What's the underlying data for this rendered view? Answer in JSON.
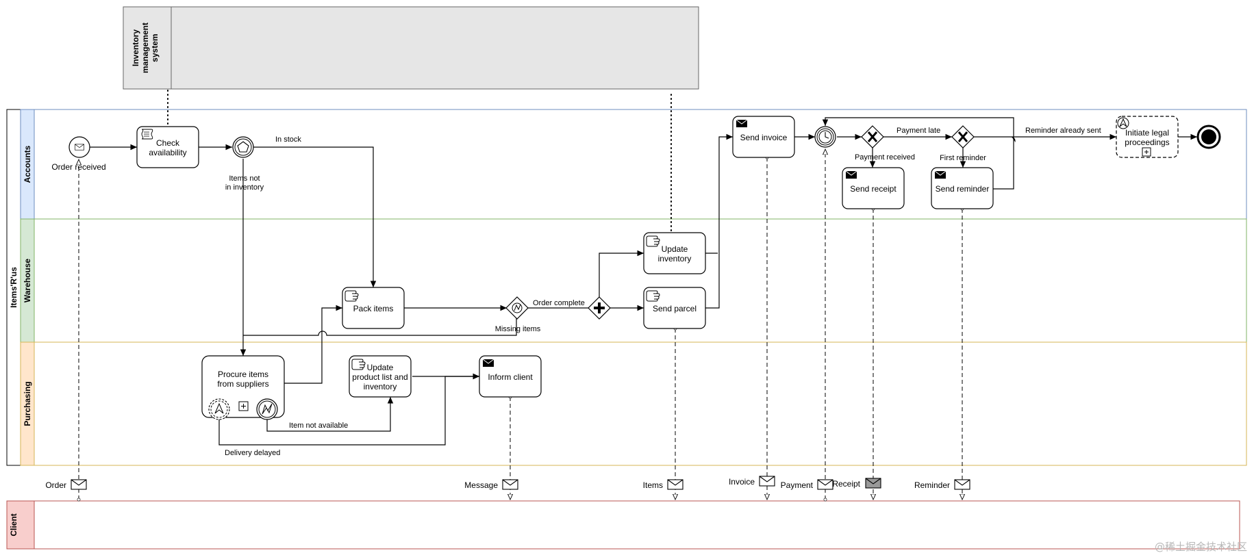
{
  "pools": {
    "inventory_system": "Inventory management system",
    "itemsrus": "Items'R'us",
    "client": "Client"
  },
  "lanes": {
    "accounts": "Accounts",
    "warehouse": "Warehouse",
    "purchasing": "Purchasing"
  },
  "events": {
    "order_received": "Order received"
  },
  "tasks": {
    "check_availability": [
      "Check",
      "availability"
    ],
    "pack_items": "Pack items",
    "update_inventory": [
      "Update",
      "inventory"
    ],
    "send_parcel": "Send parcel",
    "send_invoice": "Send invoice",
    "send_receipt": "Send receipt",
    "send_reminder": "Send reminder",
    "initiate_legal": [
      "Initiate legal",
      "proceedings"
    ],
    "procure_items": [
      "Procure items",
      "from suppliers"
    ],
    "update_product_list": [
      "Update",
      "product list and",
      "inventory"
    ],
    "inform_client": "Inform client"
  },
  "flow_labels": {
    "in_stock": "In stock",
    "items_not_in_inventory": [
      "Items not",
      "in inventory"
    ],
    "order_complete": "Order complete",
    "missing_items": "Missing items",
    "payment_late": "Payment late",
    "payment_received": "Payment received",
    "first_reminder": "First reminder",
    "reminder_already_sent": "Reminder already sent",
    "item_not_available": "Item not available",
    "delivery_delayed": "Delivery delayed"
  },
  "messages": {
    "order": "Order",
    "message": "Message",
    "items": "Items",
    "invoice": "Invoice",
    "payment": "Payment",
    "receipt": "Receipt",
    "reminder": "Reminder"
  },
  "watermark": "@稀土掘金技术社区",
  "colors": {
    "accounts": "#dae8fc",
    "accounts_stroke": "#6c8ebf",
    "warehouse": "#d5e8d4",
    "warehouse_stroke": "#82b366",
    "purchasing": "#ffe6cc",
    "purchasing_stroke": "#d6b656",
    "client": "#f8cecc",
    "client_stroke": "#b85450",
    "system_pool": "#e6e6e6"
  }
}
